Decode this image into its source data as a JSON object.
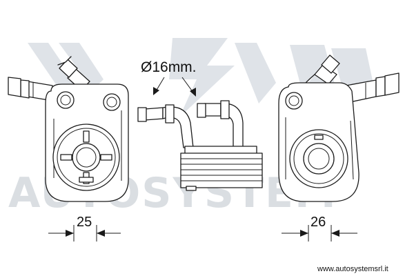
{
  "diameter_label": "Ø16mm.",
  "dim_left": "25",
  "dim_right": "26",
  "watermark_text": "AUTOSYSTEM",
  "website": "www.autosystemsrl.it",
  "colors": {
    "line": "#1a1a1a",
    "watermark": "#b9c2cc",
    "background": "#ffffff"
  }
}
